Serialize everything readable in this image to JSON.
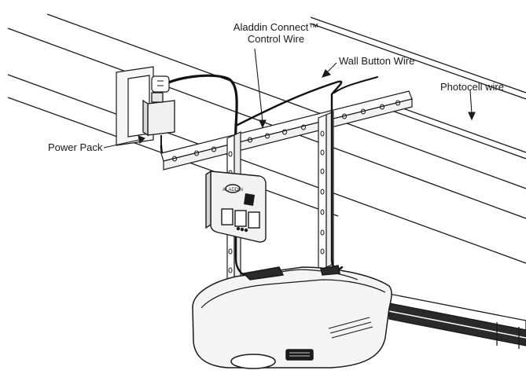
{
  "labels": {
    "aladdin_line1": "Aladdin Connect™",
    "aladdin_line2": "Control Wire",
    "wall_button_wire": "Wall Button Wire",
    "photocell_wire": "Photocell wire",
    "power_pack": "Power Pack"
  },
  "device": {
    "logo_text": "ALADDIN",
    "buttons": 3,
    "leds": 3
  },
  "colors": {
    "line": "#1a1a1a",
    "wire": "#111111",
    "device_fill": "#f2f2f2",
    "opener_fill": "#f4f4f4"
  }
}
